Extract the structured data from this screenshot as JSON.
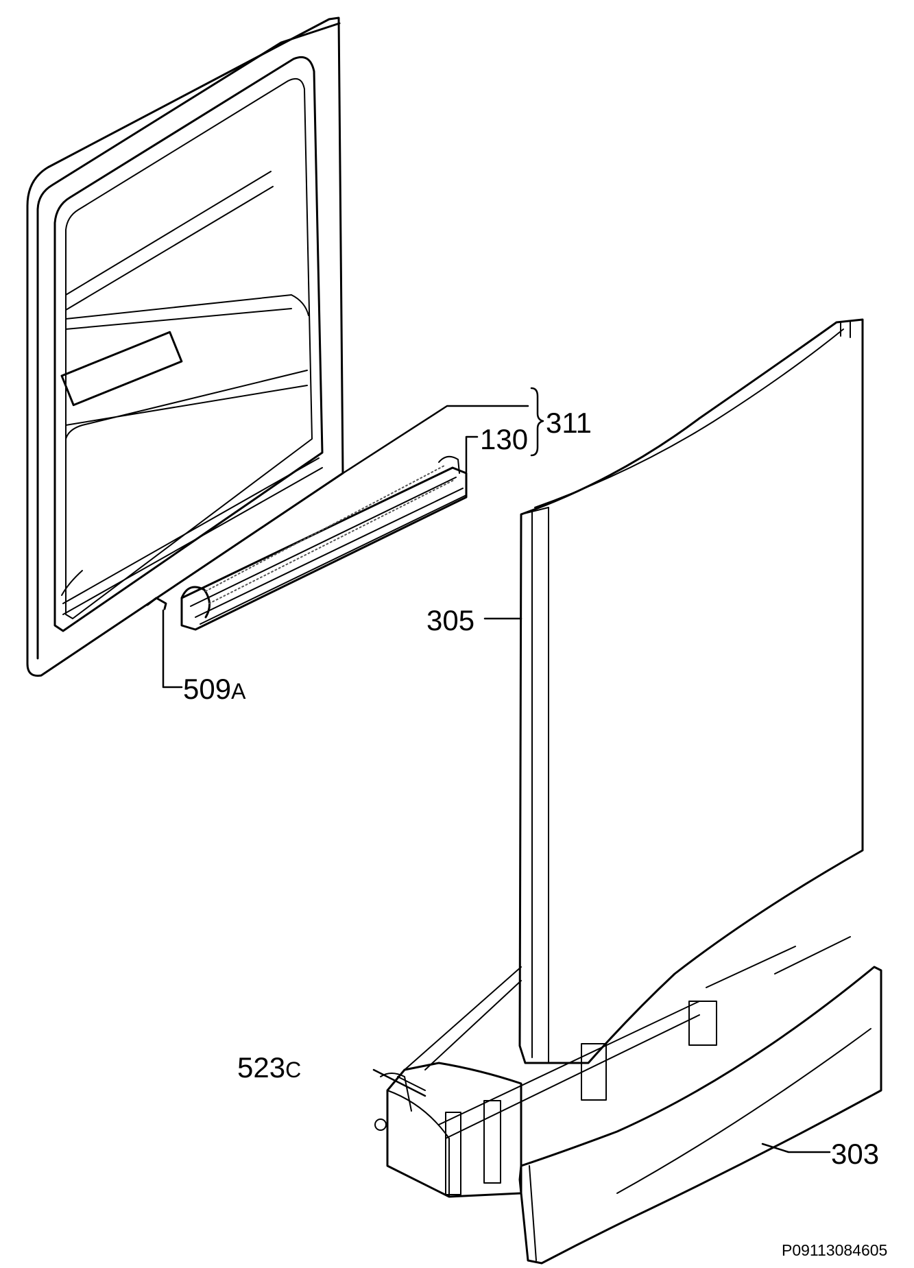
{
  "labels": {
    "l311": "311",
    "l130": "130",
    "l305": "305",
    "l509": {
      "num": "509",
      "suffix": "A"
    },
    "l523": {
      "num": "523",
      "suffix": "C"
    },
    "l303": "303"
  },
  "document_id": "P09113084605",
  "colors": {
    "line": "#000000",
    "background": "#ffffff"
  }
}
